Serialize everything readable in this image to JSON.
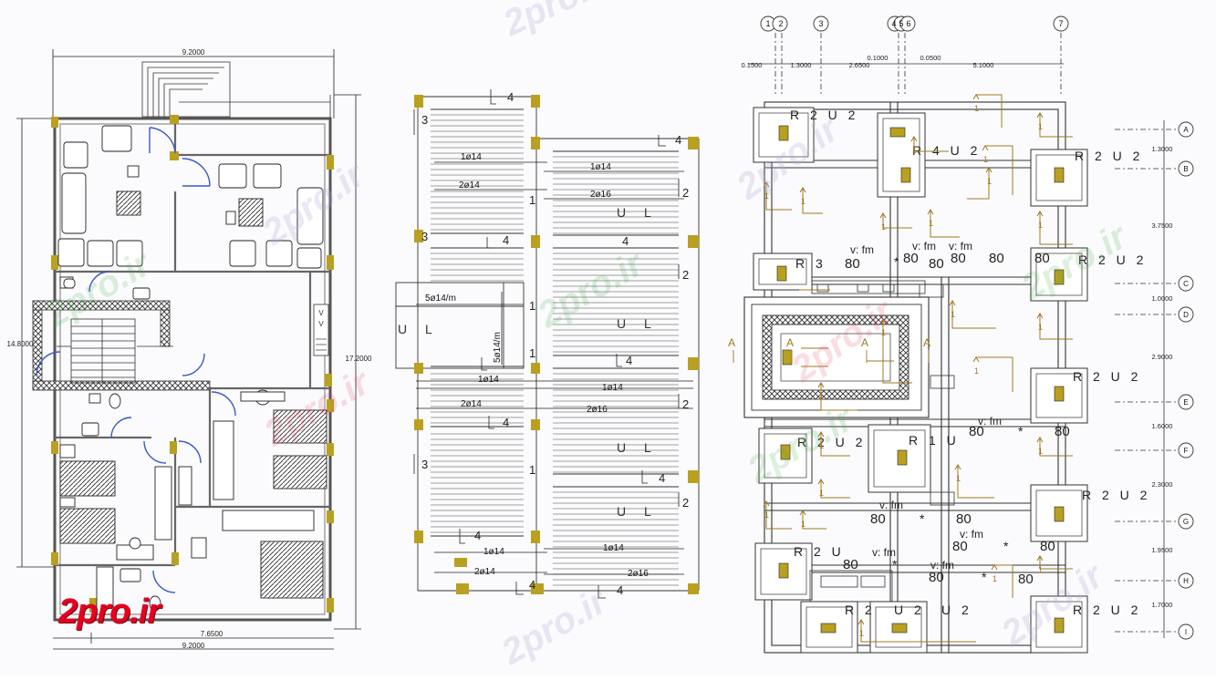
{
  "logo": "2pro.ir",
  "watermark": "2pro.ir",
  "colors": {
    "wall": "#6b6b6b",
    "column": "#b59a1e",
    "line": "#2a2a2a",
    "door": "#3a58c8",
    "arrow": "#a07820",
    "grid": "#3f3f3f",
    "logo": "#e6001f"
  },
  "plan": {
    "dim_top": "9.2000",
    "dim_bottom_inner": "7.6500",
    "dim_bottom": "9.2000",
    "dim_left": "14.8000",
    "dim_right": "17.2000"
  },
  "slab": {
    "labels": {
      "col_a_1": "1ø14",
      "col_a_2": "2ø14",
      "col_b_1": "1ø14",
      "col_b_2": "2ø16",
      "mid_1": "1ø14",
      "mid_2": "2ø14",
      "mid_3": "1ø14",
      "mid_4": "2ø16",
      "bot_1": "1ø14",
      "bot_2": "2ø14",
      "bot_3": "1ø14",
      "bot_4": "2ø16",
      "stair_h": "5ø14/m",
      "stair_v": "5ø14/m",
      "ul": "U L"
    },
    "marks": {
      "four": "4",
      "three": "3",
      "two": "2",
      "one": "1"
    }
  },
  "foundation": {
    "axis_top": [
      "1",
      "2",
      "3",
      "4",
      "5",
      "6",
      "7"
    ],
    "axis_right": [
      "A",
      "B",
      "C",
      "D",
      "E",
      "F",
      "G",
      "H",
      "I"
    ],
    "dims_top": [
      "0.1500",
      "1.3000",
      "2.6500",
      "0.1000",
      "0.0500",
      "5.1000"
    ],
    "dims_right": [
      "1.3000",
      "3.7500",
      "1.0000",
      "2.9000",
      "1.6000",
      "2.3000",
      "1.9500",
      "1.7000"
    ],
    "footing_labels": {
      "r2u2": "R 2 U 2",
      "r4u2": "R 4 U 2",
      "r3": "R 3",
      "r1u": "R 1 U",
      "r2u": "R 2 U",
      "r2": "R 2",
      "u2": "U 2"
    },
    "section_mark": "A",
    "vfm": "v: fm",
    "n80": "80",
    "star": "*",
    "one": "1"
  }
}
